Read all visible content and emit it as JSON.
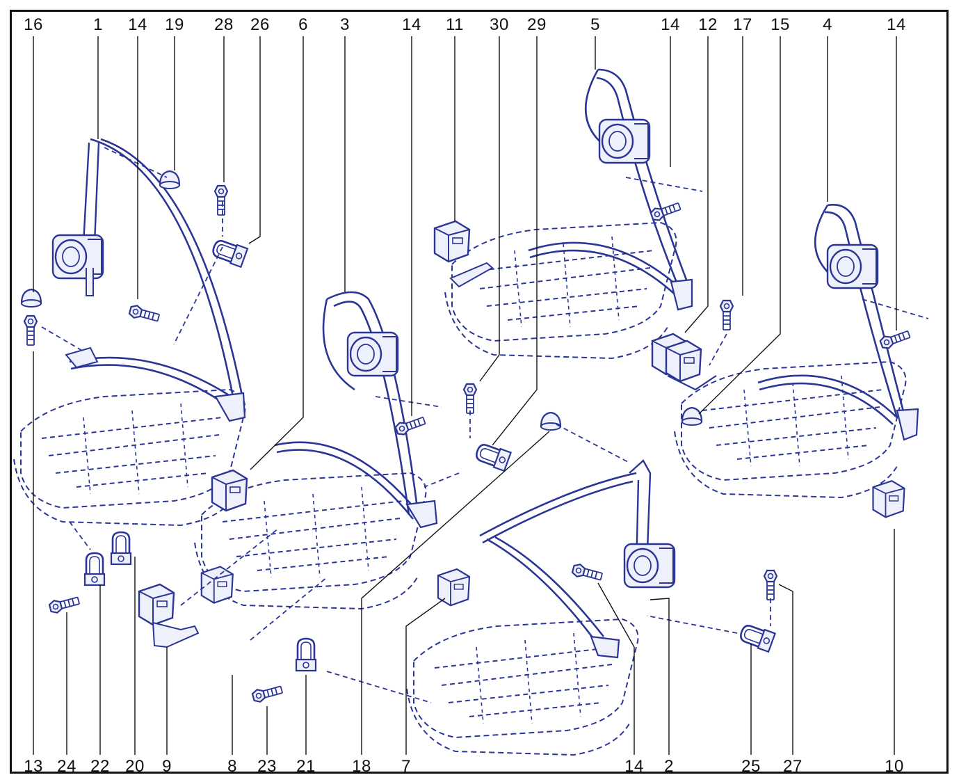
{
  "colors": {
    "line": "#2a3596",
    "fill": "#eef0fb",
    "text": "#111111",
    "frame": "#111111"
  },
  "callouts_top": [
    "16",
    "1",
    "14",
    "19",
    "28",
    "26",
    "6",
    "3",
    "14",
    "11",
    "30",
    "29",
    "5",
    "14",
    "12",
    "17",
    "15",
    "4",
    "14"
  ],
  "callouts_bottom": [
    "13",
    "24",
    "22",
    "20",
    "9",
    "8",
    "23",
    "21",
    "18",
    "7",
    "14",
    "2",
    "25",
    "27",
    "10"
  ]
}
